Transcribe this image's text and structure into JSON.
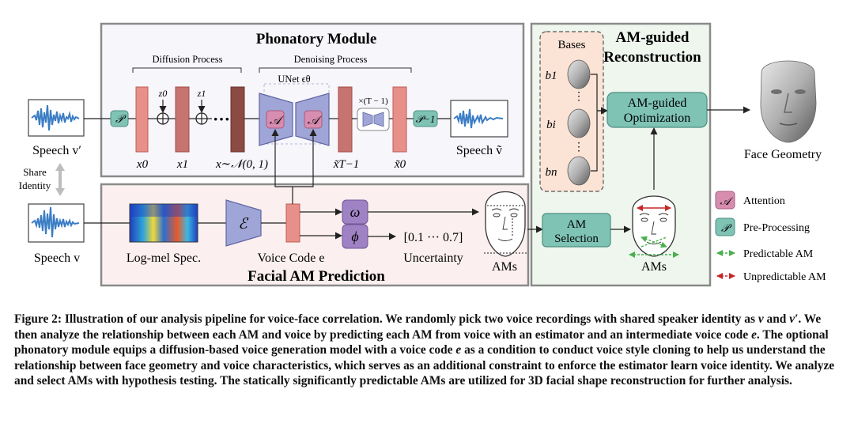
{
  "modules": {
    "phonatory": "Phonatory Module",
    "am_guided_1": "AM-guided",
    "am_guided_2": "Reconstruction",
    "facial": "Facial AM Prediction"
  },
  "phonatory": {
    "diffusion_label": "Diffusion Process",
    "denoising_label": "Denoising Process",
    "unet_label": "UNet ϵθ",
    "repeat_label": "×(T − 1)",
    "x0": "x0",
    "x1": "x1",
    "xn": "x∼𝒩(0, 1)",
    "xt1": "x̃T−1",
    "xt0": "x̃0",
    "z0": "z0",
    "z1": "z1",
    "dots": "···"
  },
  "speech": {
    "v_prime": "Speech v′",
    "v": "Speech v",
    "v_tilde": "Speech ṽ",
    "share_1": "Share",
    "share_2": "Identity"
  },
  "symbols": {
    "attention": "𝒜",
    "preprocess": "𝒫",
    "preprocess_inv": "𝒫−1",
    "encoder": "ℰ",
    "omega": "ω",
    "phi": "ϕ"
  },
  "facial": {
    "logmel": "Log-mel Spec.",
    "voice_code": "Voice Code e",
    "range": "[0.1 ··· 0.7]",
    "uncertainty": "Uncertainty",
    "ams_left": "AMs",
    "selection_1": "AM",
    "selection_2": "Selection",
    "ams_right": "AMs"
  },
  "recon": {
    "bases": "Bases",
    "b1": "b1",
    "bi": "bi",
    "bn": "bn",
    "opt_1": "AM-guided",
    "opt_2": "Optimization",
    "face_geometry": "Face Geometry"
  },
  "legend": {
    "attention": "Attention",
    "preprocess": "Pre-Processing",
    "predictable": "Predictable AM",
    "unpredictable": "Unpredictable AM"
  },
  "colors": {
    "salmon": "#e7908a",
    "salmon_border": "#c05a55",
    "brown": "#8b4a42",
    "unet": "#9fa5d6",
    "attention": "#d78db0",
    "teal": "#7fc3b5",
    "purple": "#9f82c4",
    "green_arrow": "#4caf50",
    "red_arrow": "#c62828"
  },
  "caption": {
    "title": "Figure 2: Illustration of our analysis pipeline for voice-face correlation. We randomly pick two voice recordings with shared speaker identity as",
    "v": "v",
    "and": "and",
    "v_prime": "v′",
    "part2": ". We then analyze the relationship between each AM and voice by predicting each AM from voice with an estimator and an intermediate voice code",
    "e1": "e",
    "part3": ". The optional phonatory module equips a diffusion-based voice generation model with a voice code",
    "e2": "e",
    "part4": "as a condition to conduct voice style cloning to help us understand the relationship between face geometry and voice characteristics, which serves as an additional constraint to enforce the estimator learn voice identity. We analyze and select AMs with hypothesis testing. The statically significantly predictable AMs are utilized for 3D facial shape reconstruction for further analysis."
  }
}
